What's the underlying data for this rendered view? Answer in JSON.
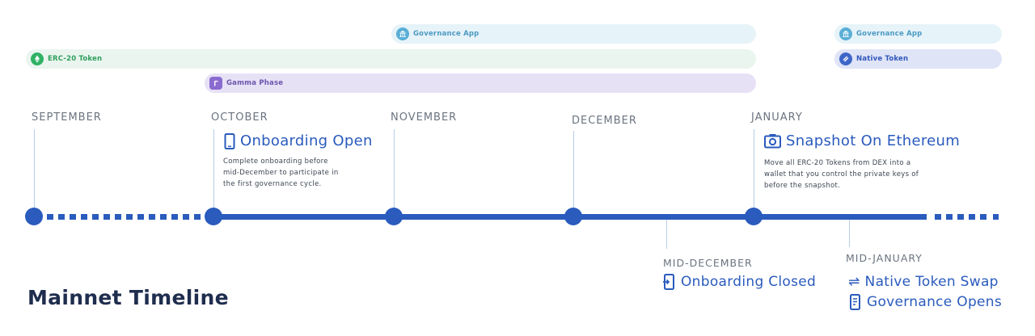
{
  "phases": {
    "governance_app_1": "Governance App",
    "erc20_token": "ERC-20 Token",
    "gamma_phase": "Gamma Phase",
    "governance_app_2": "Governance App",
    "native_token": "Native Token"
  },
  "months": [
    "SEPTEMBER",
    "OCTOBER",
    "NOVEMBER",
    "DECEMBER",
    "JANUARY"
  ],
  "events": {
    "onboarding_open": {
      "title": "Onboarding Open",
      "desc_lines": [
        "Complete onboarding before",
        "mid-December to participate in",
        "the first governance cycle."
      ]
    },
    "snapshot": {
      "title": "Snapshot On Ethereum",
      "desc_lines": [
        "Move all ERC-20 Tokens from DEX into a",
        "wallet that you control the private keys of",
        "before the snapshot."
      ]
    },
    "mid_december": {
      "label": "MID-DECEMBER",
      "title": "Onboarding Closed"
    },
    "mid_january": {
      "label": "MID-JANUARY",
      "items": [
        "Native Token Swap",
        "Governance Opens"
      ]
    }
  },
  "footer_title": "Mainnet Timeline",
  "colors": {
    "primary": "#2a5bbd",
    "governance": "#5aaed6",
    "erc20": "#2fb264",
    "gamma": "#8a6bd0",
    "native": "#3e66c9",
    "heading": "#1f2d4e"
  },
  "icons": {
    "governance": "bank-icon",
    "erc20": "ethereum-icon",
    "gamma": "gamma-icon",
    "native": "token-icon",
    "onboarding_open": "phone-icon",
    "snapshot": "camera-icon",
    "onboarding_closed": "phone-exit-icon",
    "swap": "swap-arrows-icon",
    "governance_opens": "document-icon"
  }
}
